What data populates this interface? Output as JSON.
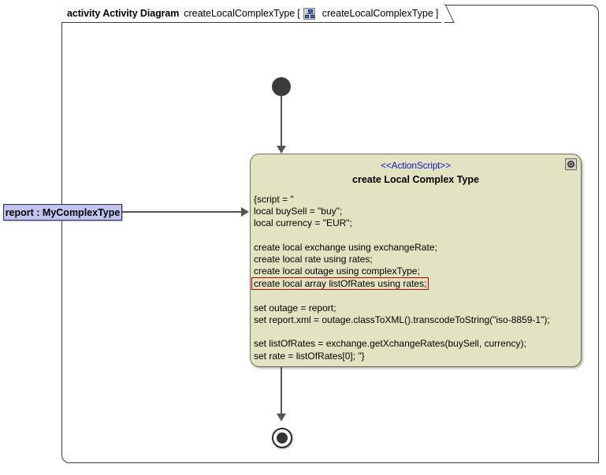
{
  "frame": {
    "keyword": "activity",
    "keyword_full": "activity Activity Diagram",
    "name": "createLocalComplexType",
    "bracket_open": "[",
    "icon_name": "activity-diagram-icon",
    "inner_name": "createLocalComplexType",
    "bracket_close": "]"
  },
  "nodes": {
    "initial": {
      "name": "initial-node"
    },
    "final": {
      "name": "activity-final-node"
    },
    "object": {
      "label": "report : MyComplexType",
      "fill_color": "#c3c3f0",
      "border_color": "#2a2a5a"
    },
    "action": {
      "stereotype": "<<ActionScript>>",
      "title": "create Local Complex Type",
      "fill_color": "#e2e3c0",
      "border_color": "#6e6e58",
      "stereotype_color": "#1414c8",
      "highlight_color": "#cc0000",
      "gear_icon": "gear-icon",
      "script_lines": [
        {
          "text": "{script = \"",
          "highlighted": false
        },
        {
          "text": "local buySell = \"buy\";",
          "highlighted": false
        },
        {
          "text": "local currency = \"EUR\";",
          "highlighted": false
        },
        {
          "text": "",
          "highlighted": false
        },
        {
          "text": "create local exchange using exchangeRate;",
          "highlighted": false
        },
        {
          "text": "create local rate using rates;",
          "highlighted": false
        },
        {
          "text": "create local outage using complexType;",
          "highlighted": false
        },
        {
          "text": "create local array listOfRates using rates;",
          "highlighted": true
        },
        {
          "text": "",
          "highlighted": false
        },
        {
          "text": "set outage = report;",
          "highlighted": false
        },
        {
          "text": "set report.xml = outage.classToXML().transcodeToString(\"iso-8859-1\");",
          "highlighted": false
        },
        {
          "text": "",
          "highlighted": false
        },
        {
          "text": "set listOfRates = exchange.getXchangeRates(buySell, currency);",
          "highlighted": false
        },
        {
          "text": "set rate = listOfRates[0]; \"}",
          "highlighted": false
        }
      ]
    }
  },
  "edges": {
    "initial_to_action": {
      "name": "control-flow-initial-to-action"
    },
    "object_to_action": {
      "name": "object-flow-report-to-action"
    },
    "action_to_final": {
      "name": "control-flow-action-to-final"
    }
  }
}
